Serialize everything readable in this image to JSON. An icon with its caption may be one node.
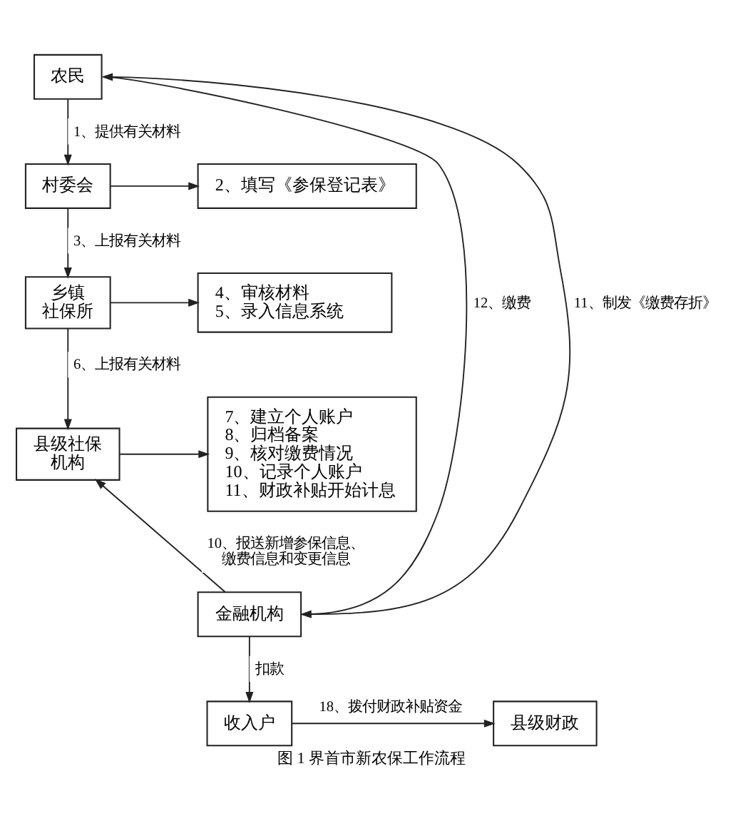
{
  "diagram": {
    "caption": "图 1 界首市新农保工作流程",
    "nodes": [
      {
        "text": [
          "农民"
        ]
      },
      {
        "text": [
          "村委会"
        ]
      },
      {
        "text": [
          "2、填写《参保登记表》"
        ]
      },
      {
        "text": [
          "乡镇社保所"
        ]
      },
      {
        "text": [
          "4、审核材料",
          "5、录入信息系统"
        ]
      },
      {
        "text": [
          "县级社保机构"
        ]
      },
      {
        "text": [
          "7、建立个人账户",
          "8、归档备案",
          "9、核对缴费情况",
          "10、记录个人账户",
          "11、财政补贴开始计息"
        ]
      },
      {
        "text": [
          "金融机构"
        ]
      },
      {
        "text": [
          "收入户"
        ]
      },
      {
        "text": [
          "县级财政"
        ]
      }
    ],
    "edges": [
      {
        "from": 0,
        "to": 1,
        "arrow": "to",
        "label": "1、提供有关材料"
      },
      {
        "from": 1,
        "to": 2,
        "arrow": "to"
      },
      {
        "from": 1,
        "to": 3,
        "arrow": "to",
        "label": "3、上报有关材料"
      },
      {
        "from": 3,
        "to": 4,
        "arrow": "to"
      },
      {
        "from": 3,
        "to": 5,
        "arrow": "to",
        "label": "6、上报有关材料"
      },
      {
        "from": 5,
        "to": 6,
        "arrow": "to"
      },
      {
        "from": 7,
        "to": 5,
        "arrow": "to",
        "label": "10、报送新增参保信息、缴费信息和变更信息"
      },
      {
        "from": 7,
        "to": 0,
        "arrow": "to",
        "label": "11、制发《缴费存折》"
      },
      {
        "from": 0,
        "to": 7,
        "arrow": "to",
        "label": "12、缴费"
      },
      {
        "from": 7,
        "to": 8,
        "arrow": "to",
        "label": "扣款"
      },
      {
        "from": 8,
        "to": 9,
        "arrow": "to",
        "label": "18、拨付财政补贴资金"
      }
    ]
  }
}
